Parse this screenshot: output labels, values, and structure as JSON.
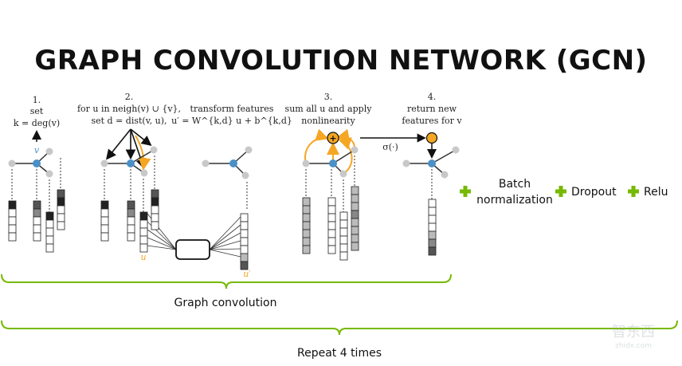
{
  "title": "GRAPH CONVOLUTION NETWORK (GCN)",
  "steps": {
    "s1_num": "1.",
    "s1_l1": "set",
    "s1_l2": "k = deg(v)",
    "s2_num": "2.",
    "s2_l1": "for u in neigh(v) ∪ {v},",
    "s2_l2": "set d = dist(v, u),",
    "s2b_l1": "transform features",
    "s2b_l2": "u′ = W^{k,d} u + b^{k,d}",
    "s3_num": "3.",
    "s3_l1": "sum all u and apply",
    "s3_l2": "nonlinearity",
    "s4_num": "4.",
    "s4_l1": "return new",
    "s4_l2": "features for v"
  },
  "labels": {
    "v": "v",
    "u": "u",
    "u_prime": "u′",
    "sigma": "σ(·)",
    "sum": "+"
  },
  "extras": {
    "batch_l1": "Batch",
    "batch_l2": "normalization",
    "dropout": "Dropout",
    "relu": "Relu"
  },
  "brackets": {
    "graph_conv": "Graph convolution",
    "repeat": "Repeat 4 times"
  },
  "watermark": {
    "cn": "智东西",
    "url": "zhidx.com"
  },
  "colors": {
    "green": "#76b900",
    "orange": "#f5a623",
    "blue_node": "#4a90c8",
    "gray_node": "#c8c8c8"
  }
}
